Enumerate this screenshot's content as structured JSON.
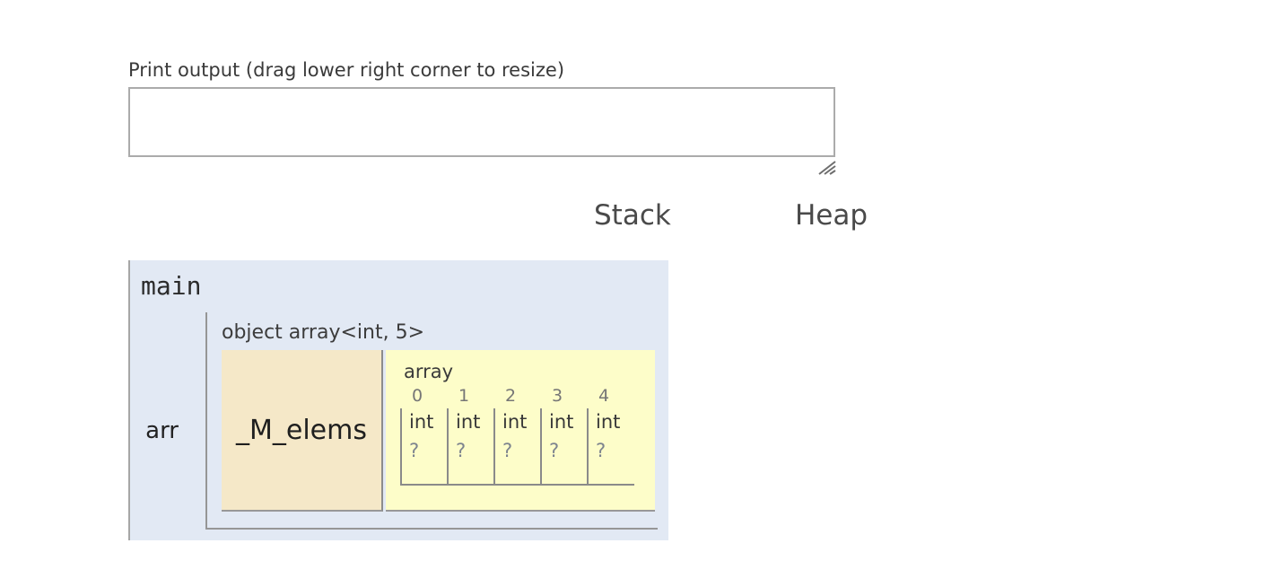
{
  "print_output": {
    "label": "Print output (drag lower right corner to resize)",
    "value": ""
  },
  "columns": {
    "stack_label": "Stack",
    "heap_label": "Heap"
  },
  "stack": {
    "frames": [
      {
        "name": "main",
        "variables": [
          {
            "name": "arr",
            "type_label": "object array<int, 5>",
            "members": [
              {
                "name": "_M_elems",
                "value": {
                  "kind": "array",
                  "label": "array",
                  "elements": [
                    {
                      "index": "0",
                      "type": "int",
                      "value": "?"
                    },
                    {
                      "index": "1",
                      "type": "int",
                      "value": "?"
                    },
                    {
                      "index": "2",
                      "type": "int",
                      "value": "?"
                    },
                    {
                      "index": "3",
                      "type": "int",
                      "value": "?"
                    },
                    {
                      "index": "4",
                      "type": "int",
                      "value": "?"
                    }
                  ]
                }
              }
            ]
          }
        ]
      }
    ]
  },
  "heap": {
    "objects": []
  },
  "icons": {
    "resize_grip": "resize-grip"
  },
  "colors": {
    "frame_bg": "#e2e9f4",
    "member_cell_bg": "#f5e8c8",
    "array_cell_bg": "#fdfdc9",
    "border_gray": "#969696",
    "header_text": "#4a4a4a"
  }
}
